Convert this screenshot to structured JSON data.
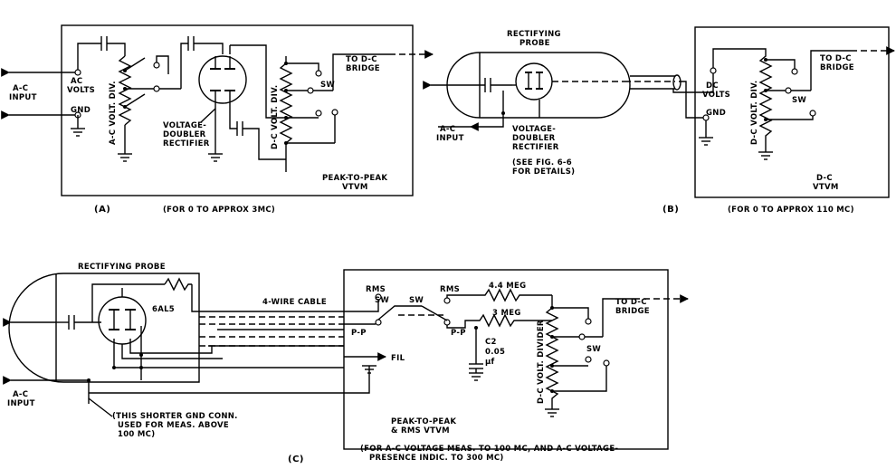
{
  "panel_a": {
    "label": "(A)",
    "caption": "(FOR 0 TO APPROX 3MC)",
    "ac_input": [
      "A-C",
      "INPUT"
    ],
    "ac_volts": [
      "AC",
      "VOLTS"
    ],
    "gnd": "GND",
    "ac_divider": "A-C VOLT. DIV.",
    "rectifier": [
      "VOLTAGE-",
      "DOUBLER",
      "RECTIFIER"
    ],
    "dc_divider": "D-C VOLT. DIV.",
    "to_bridge": [
      "TO D-C",
      "BRIDGE"
    ],
    "sw": "SW",
    "vtvm": [
      "PEAK-TO-PEAK",
      "VTVM"
    ]
  },
  "panel_b": {
    "label": "(B)",
    "caption": "(FOR 0 TO APPROX 110 MC)",
    "probe": [
      "RECTIFYING",
      "PROBE"
    ],
    "ac_input": [
      "A-C",
      "INPUT"
    ],
    "rectifier": [
      "VOLTAGE-",
      "DOUBLER",
      "RECTIFIER"
    ],
    "see_fig": [
      "(SEE FIG. 6-6",
      "FOR DETAILS)"
    ],
    "dc_volts": [
      "DC",
      "VOLTS"
    ],
    "gnd": "GND",
    "dc_divider": "D-C VOLT. DIV.",
    "to_bridge": [
      "TO D-C",
      "BRIDGE"
    ],
    "sw": "SW",
    "vtvm": [
      "D-C",
      "VTVM"
    ]
  },
  "panel_c": {
    "label": "(C)",
    "caption": [
      "(FOR A-C VOLTAGE MEAS. TO 100 MC, AND A-C VOLTAGE-",
      "PRESENCE INDIC. TO 300 MC)"
    ],
    "probe": "RECTIFYING PROBE",
    "tube": "6AL5",
    "cable": "4-WIRE CABLE",
    "ac_input": [
      "A-C",
      "INPUT"
    ],
    "gnd_note": [
      "(THIS SHORTER GND CONN.",
      "USED FOR MEAS. ABOVE",
      "100 MC)"
    ],
    "rms_1": "RMS",
    "rms_2": "RMS",
    "sw_1": "SW",
    "sw_2": "SW",
    "pp_1": "P-P",
    "pp_2": "P-P",
    "fil": "FIL",
    "r1": "4.4 MEG",
    "r2": "3 MEG",
    "cap": [
      "C2",
      "0.05",
      "μf"
    ],
    "dc_divider": "D-C VOLT. DIVIDER",
    "to_bridge": [
      "TO D-C",
      "BRIDGE"
    ],
    "sw_3": "SW",
    "vtvm": [
      "PEAK-TO-PEAK",
      "& RMS VTVM"
    ]
  }
}
